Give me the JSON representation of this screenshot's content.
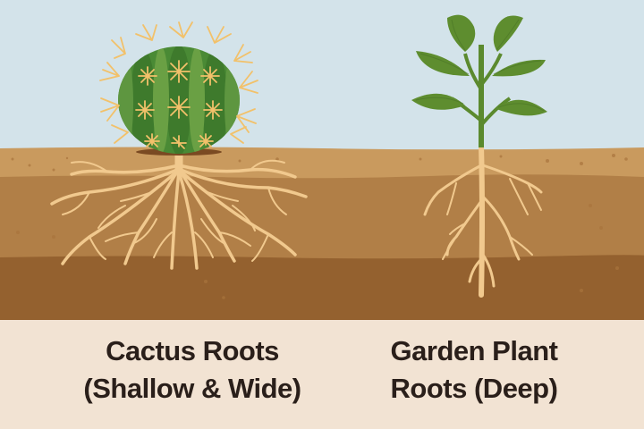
{
  "colors": {
    "sky": "#d3e3ea",
    "soil_top": "#c99a5e",
    "soil_middle": "#b17f47",
    "soil_bottom": "#94612f",
    "caption_bg": "#f2e3d3",
    "root": "#f1c98e",
    "cactus_dark": "#3f7a2f",
    "cactus_light": "#6aa044",
    "spine": "#f2c16a",
    "leaf": "#5b8a2e",
    "text": "#2a1f1a"
  },
  "captions": {
    "cactus": {
      "line1": "Cactus Roots",
      "line2": "(Shallow & Wide)"
    },
    "garden_plant": {
      "line1": "Garden Plant",
      "line2": "Roots (Deep)"
    }
  }
}
